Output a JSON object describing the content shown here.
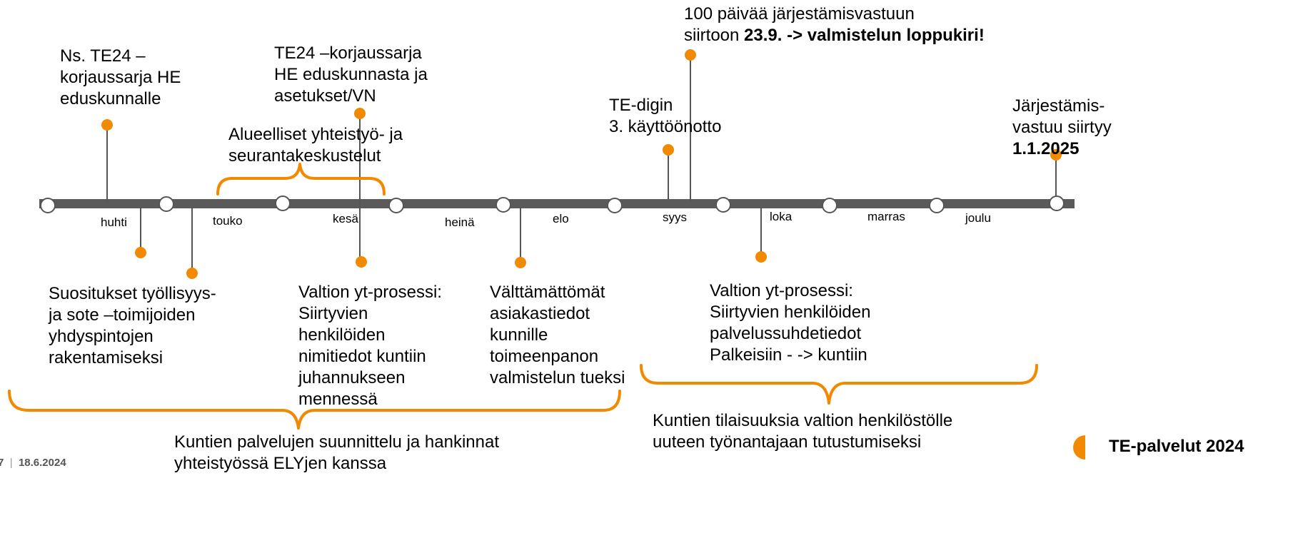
{
  "months": [
    "huhti",
    "touko",
    "kesä",
    "heinä",
    "elo",
    "syys",
    "loka",
    "marras",
    "joulu"
  ],
  "events_above": {
    "ns_te24": [
      "Ns. TE24 –",
      "korjaussarja HE",
      "eduskunnalle"
    ],
    "te24_eduskunnasta": [
      "TE24 –korjaussarja",
      "HE eduskunnasta ja",
      "asetukset/VN"
    ],
    "yhteistyo": [
      "Alueelliset yhteistyö- ja",
      "seurantakeskustelut"
    ],
    "te_digi": [
      "TE-digin",
      "3. käyttöönotto"
    ],
    "sata_paivaa_1": "100 päivää järjestämisvastuun",
    "sata_paivaa_2a": "siirtoon ",
    "sata_paivaa_2b": "23.9. -> valmistelun loppukiri!",
    "jarjestamis": [
      "Järjestämis-",
      "vastuu siirtyy"
    ],
    "jarjestamis_date": "1.1.2025"
  },
  "events_below": {
    "suositukset": [
      "Suositukset työllisyys-",
      "ja sote –toimijoiden",
      "yhdyspintojen",
      "rakentamiseksi"
    ],
    "valtion_yt_1": [
      "Valtion yt-prosessi:",
      "Siirtyvien",
      "henkilöiden",
      "nimitiedot kuntiin",
      "juhannukseen",
      "mennessä"
    ],
    "asiakastiedot": [
      "Välttämättömät",
      "asiakastiedot",
      "kunnille",
      "toimeenpanon",
      "valmistelun tueksi"
    ],
    "valtion_yt_2": [
      "Valtion yt-prosessi:",
      "Siirtyvien henkilöiden",
      "palvelussuhdetiedot",
      "Palkeisiin - -> kuntiin"
    ]
  },
  "brackets": {
    "left": [
      "Kuntien palvelujen suunnittelu ja hankinnat",
      "yhteistyössä ELYjen kanssa"
    ],
    "right": [
      "Kuntien tilaisuuksia valtion henkilöstölle",
      "uuteen työnantajaan tutustumiseksi"
    ]
  },
  "footer": {
    "page": "7",
    "sep": "|",
    "date": "18.6.2024",
    "brand": "TE-palvelut 2024"
  },
  "colors": {
    "accent": "#F18A00",
    "timeline": "#5a5a5a"
  }
}
